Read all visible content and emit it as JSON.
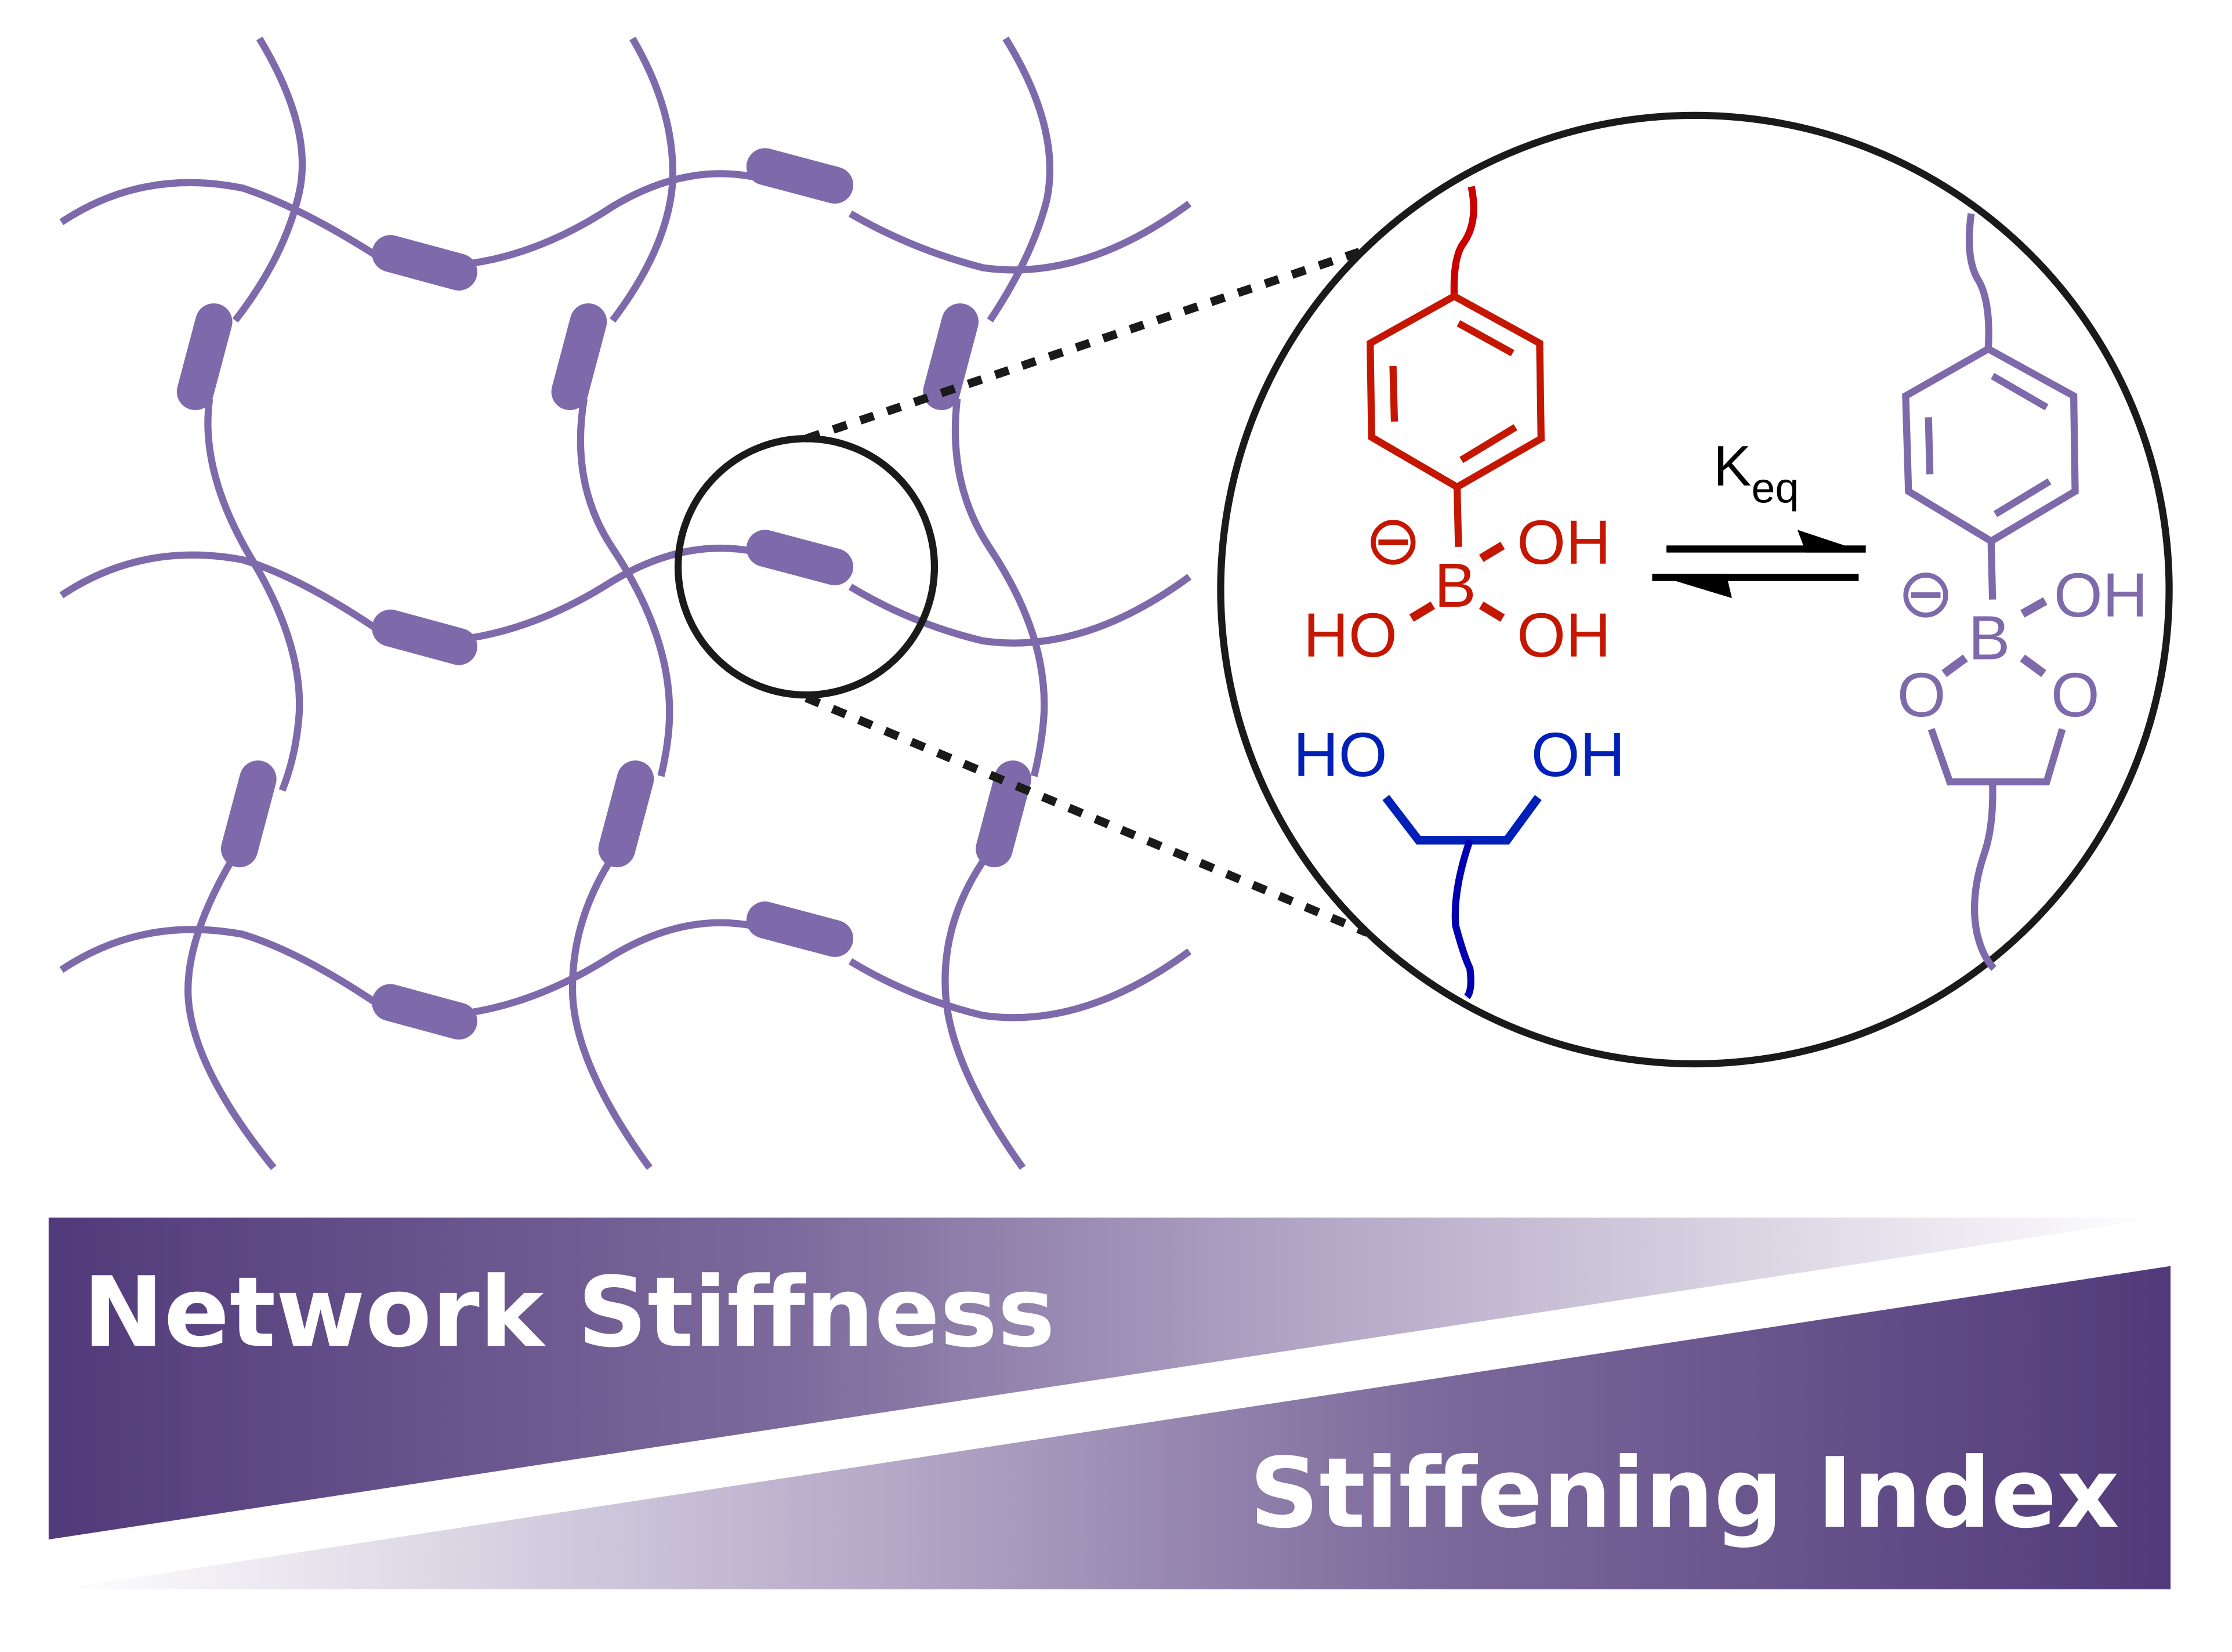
{
  "colors": {
    "network": "#7e6aab",
    "boronic_acid": "#c41600",
    "diol": "#0020b8",
    "diol_linker": "#0000b0",
    "outline": "#1a1a1a",
    "gradient_dark": "#523a7a",
    "gradient_light": "#ffffff"
  },
  "reactant_boronate": {
    "charge": "⊖",
    "boron": "B",
    "hydroxyl_top_right": "OH",
    "hydroxyl_left": "HO",
    "hydroxyl_bottom_right": "OH"
  },
  "reactant_diol": {
    "hydroxyl_left": "HO",
    "hydroxyl_right": "OH"
  },
  "equilibrium": {
    "symbol": "K",
    "subscript": "eq"
  },
  "product_ester": {
    "charge": "⊖",
    "boron": "B",
    "hydroxyl": "OH",
    "oxygen_left": "O",
    "oxygen_right": "O"
  },
  "bars": {
    "top_label": "Network Stiffness",
    "bottom_label": "Stiffening Index"
  }
}
